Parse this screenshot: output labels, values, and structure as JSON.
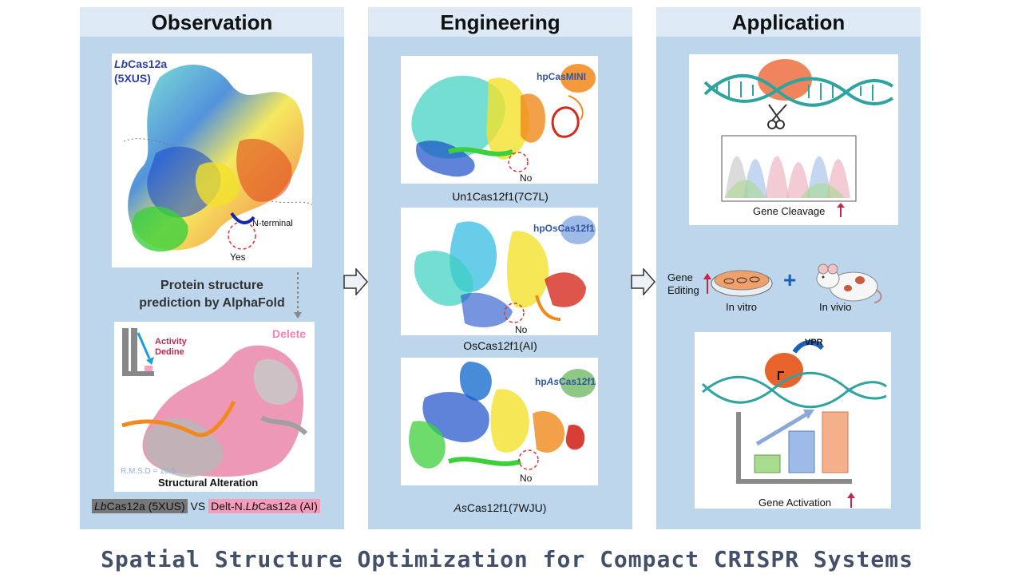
{
  "panels": {
    "observation": {
      "title": "Observation",
      "structure_name_italic": "Lb",
      "structure_name_rest": "Cas12a",
      "structure_pdb": "(5XUS)",
      "n_terminal": "N-terminal",
      "yes": "Yes",
      "prediction_text_1": "Protein structure",
      "prediction_text_2": "prediction by AlphaFold",
      "delete": "Delete",
      "activity_1": "Activity",
      "activity_2": "Dedine",
      "rmsd": "R.M.S.D = 10.5",
      "structural_alteration": "Structural Alteration",
      "legend_left_italic": "Lb",
      "legend_left_rest": "Cas12a (5XUS)",
      "legend_vs": "VS",
      "legend_right_prefix": "Delt-N.",
      "legend_right_italic": "Lb",
      "legend_right_rest": "Cas12a (AI)"
    },
    "engineering": {
      "title": "Engineering",
      "items": [
        {
          "hp_label": "hpCasMINI",
          "no": "No",
          "caption": "Un1Cas12f1(7C7L)"
        },
        {
          "hp_label": "hpOsCas12f1",
          "no": "No",
          "caption": "OsCas12f1(AI)"
        },
        {
          "hp_label_prefix": "hp",
          "hp_label_italic": "As",
          "hp_label_rest": "Cas12f1",
          "no": "No",
          "caption_italic": "As",
          "caption_rest": "Cas12f1(7WJU)"
        }
      ]
    },
    "application": {
      "title": "Application",
      "gene_cleavage": "Gene Cleavage",
      "gene_editing_1": "Gene",
      "gene_editing_2": "Editing",
      "in_vitro": "In vitro",
      "in_vivo": "In vivio",
      "vpr": "VPR",
      "gene_activation": "Gene Activation"
    }
  },
  "footer": "Spatial Structure Optimization for Compact CRISPR Systems",
  "colors": {
    "panel_bg": "#bdd6ec",
    "panel_head": "#dde9f5",
    "up_arrow": "#c0284e",
    "footer": "#44506a"
  }
}
